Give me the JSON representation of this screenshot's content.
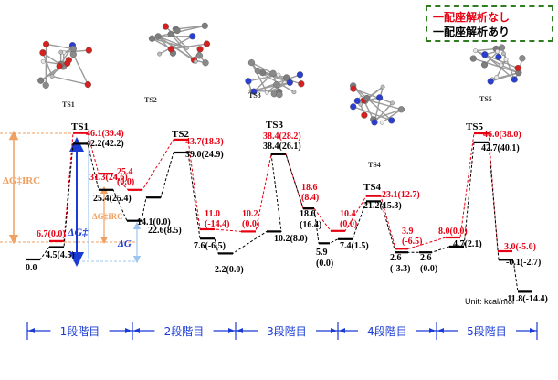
{
  "legend": {
    "without": "一配座解析なし",
    "with": "一配座解析あり",
    "without_color": "#e60012",
    "with_color": "#000000",
    "border_color": "#2e7d1e"
  },
  "unit_label": "Unit: kcal/mol",
  "stages": [
    "1段階目",
    "2段階目",
    "3段階目",
    "4段階目",
    "5段階目"
  ],
  "ts_labels": [
    "TS1",
    "TS2",
    "TS3",
    "TS4",
    "TS5"
  ],
  "molecule_labels": [
    "TS1",
    "TS2",
    "TS3",
    "TS4",
    "TS5"
  ],
  "annotations": {
    "dg_irc_left": "ΔG‡IRC",
    "dg_irc_mid": "ΔG‡IRC",
    "dg_dagger": "ΔG‡",
    "dg": "ΔG"
  },
  "levels": {
    "black": [
      {
        "id": "r0",
        "label": "0.0",
        "value": 0.0
      },
      {
        "id": "i1",
        "label": "4.5(4.5)",
        "value": 4.5
      },
      {
        "id": "ts1",
        "label": "42.2(42.2)",
        "value": 42.2
      },
      {
        "id": "i2",
        "label": "25.4(25.4)",
        "value": 25.4
      },
      {
        "id": "i3",
        "label": "14.1(0.0)",
        "value": 14.1
      },
      {
        "id": "i4",
        "label": "22.6(8.5)",
        "value": 22.6
      },
      {
        "id": "ts2",
        "label": "39.0(24.9)",
        "value": 39.0
      },
      {
        "id": "i5",
        "label": "7.6(-6.5)",
        "value": 7.6
      },
      {
        "id": "i6",
        "label": "2.2(0.0)",
        "value": 2.2
      },
      {
        "id": "i7",
        "label": "10.2(8.0)",
        "value": 10.2
      },
      {
        "id": "ts3",
        "label": "38.4(26.1)",
        "value": 38.4
      },
      {
        "id": "i8",
        "label": "18.6(16.4)",
        "value": 18.6
      },
      {
        "id": "i9",
        "label": "5.9(0.0)",
        "value": 5.9
      },
      {
        "id": "i10",
        "label": "7.4(1.5)",
        "value": 7.4
      },
      {
        "id": "ts4",
        "label": "21.2(15.3)",
        "value": 21.2
      },
      {
        "id": "i11",
        "label": "2.6(-3.3)",
        "value": 2.6
      },
      {
        "id": "i12",
        "label": "2.6(0.0)",
        "value": 2.6
      },
      {
        "id": "i13",
        "label": "4.7(2.1)",
        "value": 4.7
      },
      {
        "id": "ts5",
        "label": "42.7(40.1)",
        "value": 42.7
      },
      {
        "id": "i14",
        "label": "-0.1(-2.7)",
        "value": -0.1
      },
      {
        "id": "p",
        "label": "-11.8(-14.4)",
        "value": -11.8
      }
    ],
    "red": [
      {
        "id": "r1",
        "label": "6.7(0.0)",
        "value": 6.7
      },
      {
        "id": "ts1",
        "label": "46.1(39.4)",
        "value": 46.1
      },
      {
        "id": "r2",
        "label": "31.3(24.6)",
        "value": 31.3
      },
      {
        "id": "r3",
        "label": "25.4(0.0)",
        "value": 25.4
      },
      {
        "id": "ts2",
        "label": "43.7(18.3)",
        "value": 43.7
      },
      {
        "id": "r4",
        "label": "11.0(-14.4)",
        "value": 11.0
      },
      {
        "id": "r5",
        "label": "10.2(0.0)",
        "value": 10.2
      },
      {
        "id": "ts3",
        "label": "38.4(28.2)",
        "value": 38.4
      },
      {
        "id": "r6",
        "label": "18.6(8.4)",
        "value": 18.6
      },
      {
        "id": "r7",
        "label": "10.4(0.0)",
        "value": 10.4
      },
      {
        "id": "ts4",
        "label": "23.1(12.7)",
        "value": 23.1
      },
      {
        "id": "r8",
        "label": "3.9(-6.5)",
        "value": 3.9
      },
      {
        "id": "r9",
        "label": "8.0(0.0)",
        "value": 8.0
      },
      {
        "id": "ts5",
        "label": "46.0(38.0)",
        "value": 46.0
      },
      {
        "id": "r10",
        "label": "3.0(-5.0)",
        "value": 3.0
      }
    ]
  },
  "colors": {
    "red": "#e60012",
    "black": "#000000",
    "blue": "#1a3bd6",
    "orange": "#f0a060",
    "light_blue": "#9cc4f0",
    "legend_border": "#2e7d1e"
  }
}
